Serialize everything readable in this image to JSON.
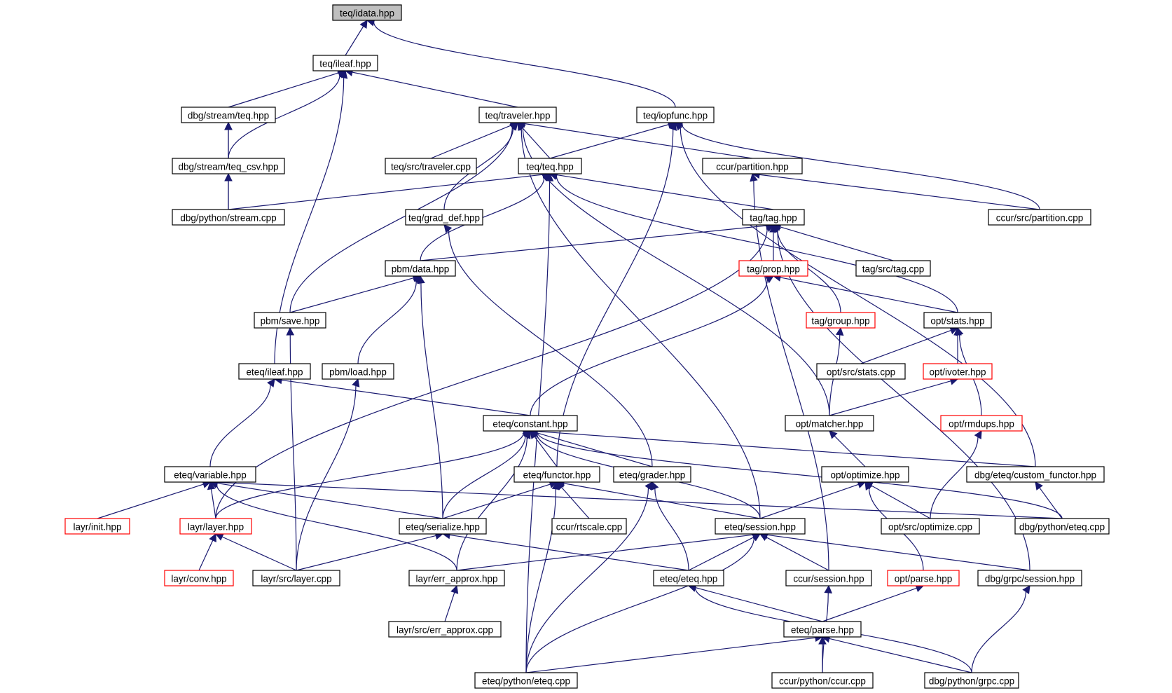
{
  "colors": {
    "edge": "#191970",
    "node_border": "#000000",
    "node_incomplete_border": "#ff0000",
    "node_root_fill": "#bfbfbf",
    "node_fill": "#ffffff"
  },
  "nodes": [
    {
      "id": "idata",
      "label": "teq/idata.hpp",
      "style": "root"
    },
    {
      "id": "ileaf",
      "label": "teq/ileaf.hpp",
      "style": "normal"
    },
    {
      "id": "streamteq",
      "label": "dbg/stream/teq.hpp",
      "style": "normal"
    },
    {
      "id": "traveler",
      "label": "teq/traveler.hpp",
      "style": "normal"
    },
    {
      "id": "iopfunc",
      "label": "teq/iopfunc.hpp",
      "style": "normal"
    },
    {
      "id": "teqcsv",
      "label": "dbg/stream/teq_csv.hpp",
      "style": "normal"
    },
    {
      "id": "travcpp",
      "label": "teq/src/traveler.cpp",
      "style": "normal"
    },
    {
      "id": "teqhpp",
      "label": "teq/teq.hpp",
      "style": "normal"
    },
    {
      "id": "partition",
      "label": "ccur/partition.hpp",
      "style": "normal"
    },
    {
      "id": "pystream",
      "label": "dbg/python/stream.cpp",
      "style": "normal"
    },
    {
      "id": "graddef",
      "label": "teq/grad_def.hpp",
      "style": "normal"
    },
    {
      "id": "tag",
      "label": "tag/tag.hpp",
      "style": "normal"
    },
    {
      "id": "partcpp",
      "label": "ccur/src/partition.cpp",
      "style": "normal"
    },
    {
      "id": "pbmdata",
      "label": "pbm/data.hpp",
      "style": "normal"
    },
    {
      "id": "prop",
      "label": "tag/prop.hpp",
      "style": "incomplete"
    },
    {
      "id": "tagcpp",
      "label": "tag/src/tag.cpp",
      "style": "normal"
    },
    {
      "id": "pbmsave",
      "label": "pbm/save.hpp",
      "style": "normal"
    },
    {
      "id": "group",
      "label": "tag/group.hpp",
      "style": "incomplete"
    },
    {
      "id": "stats",
      "label": "opt/stats.hpp",
      "style": "normal"
    },
    {
      "id": "eteqileaf",
      "label": "eteq/ileaf.hpp",
      "style": "normal"
    },
    {
      "id": "pbmload",
      "label": "pbm/load.hpp",
      "style": "normal"
    },
    {
      "id": "statscpp",
      "label": "opt/src/stats.cpp",
      "style": "normal"
    },
    {
      "id": "ivoter",
      "label": "opt/ivoter.hpp",
      "style": "incomplete"
    },
    {
      "id": "constant",
      "label": "eteq/constant.hpp",
      "style": "normal"
    },
    {
      "id": "matcher",
      "label": "opt/matcher.hpp",
      "style": "normal"
    },
    {
      "id": "rmdups",
      "label": "opt/rmdups.hpp",
      "style": "incomplete"
    },
    {
      "id": "variable",
      "label": "eteq/variable.hpp",
      "style": "normal"
    },
    {
      "id": "functor",
      "label": "eteq/functor.hpp",
      "style": "normal"
    },
    {
      "id": "grader",
      "label": "eteq/grader.hpp",
      "style": "normal"
    },
    {
      "id": "optimize",
      "label": "opt/optimize.hpp",
      "style": "normal"
    },
    {
      "id": "custfunctor",
      "label": "dbg/eteq/custom_functor.hpp",
      "style": "normal"
    },
    {
      "id": "layrinit",
      "label": "layr/init.hpp",
      "style": "incomplete"
    },
    {
      "id": "layer",
      "label": "layr/layer.hpp",
      "style": "incomplete"
    },
    {
      "id": "serialize",
      "label": "eteq/serialize.hpp",
      "style": "normal"
    },
    {
      "id": "rtscale",
      "label": "ccur/rtscale.cpp",
      "style": "normal"
    },
    {
      "id": "session",
      "label": "eteq/session.hpp",
      "style": "normal"
    },
    {
      "id": "optcpp",
      "label": "opt/src/optimize.cpp",
      "style": "normal"
    },
    {
      "id": "pyeteqcpp",
      "label": "dbg/python/eteq.cpp",
      "style": "normal"
    },
    {
      "id": "conv",
      "label": "layr/conv.hpp",
      "style": "incomplete"
    },
    {
      "id": "layercpp",
      "label": "layr/src/layer.cpp",
      "style": "normal"
    },
    {
      "id": "errapprox",
      "label": "layr/err_approx.hpp",
      "style": "normal"
    },
    {
      "id": "eteqhpp",
      "label": "eteq/eteq.hpp",
      "style": "normal"
    },
    {
      "id": "ccursession",
      "label": "ccur/session.hpp",
      "style": "normal"
    },
    {
      "id": "parse",
      "label": "opt/parse.hpp",
      "style": "incomplete"
    },
    {
      "id": "grpcsession",
      "label": "dbg/grpc/session.hpp",
      "style": "normal"
    },
    {
      "id": "errapproxcpp",
      "label": "layr/src/err_approx.cpp",
      "style": "normal"
    },
    {
      "id": "eteqparse",
      "label": "eteq/parse.hpp",
      "style": "normal"
    },
    {
      "id": "eteqpy",
      "label": "eteq/python/eteq.cpp",
      "style": "normal"
    },
    {
      "id": "ccurpy",
      "label": "ccur/python/ccur.cpp",
      "style": "normal"
    },
    {
      "id": "grpccpp",
      "label": "dbg/python/grpc.cpp",
      "style": "normal"
    }
  ],
  "edges": [
    [
      "ileaf",
      "idata"
    ],
    [
      "iopfunc",
      "idata"
    ],
    [
      "streamteq",
      "ileaf"
    ],
    [
      "teqcsv",
      "ileaf"
    ],
    [
      "traveler",
      "ileaf"
    ],
    [
      "eteqileaf",
      "ileaf"
    ],
    [
      "teqcsv",
      "streamteq"
    ],
    [
      "pystream",
      "streamteq"
    ],
    [
      "pystream",
      "teqcsv"
    ],
    [
      "travcpp",
      "traveler"
    ],
    [
      "teqhpp",
      "traveler"
    ],
    [
      "partition",
      "traveler"
    ],
    [
      "graddef",
      "traveler"
    ],
    [
      "pbmsave",
      "traveler"
    ],
    [
      "matcher",
      "traveler"
    ],
    [
      "session",
      "traveler"
    ],
    [
      "teqhpp",
      "iopfunc"
    ],
    [
      "partcpp",
      "iopfunc"
    ],
    [
      "custfunctor",
      "iopfunc"
    ],
    [
      "functor",
      "iopfunc"
    ],
    [
      "pystream",
      "teqhpp"
    ],
    [
      "tag",
      "teqhpp"
    ],
    [
      "pbmdata",
      "teqhpp"
    ],
    [
      "stats",
      "teqhpp"
    ],
    [
      "eteqpy",
      "teqhpp"
    ],
    [
      "partcpp",
      "partition"
    ],
    [
      "ccursession",
      "partition"
    ],
    [
      "grader",
      "graddef"
    ],
    [
      "pbmdata",
      "tag"
    ],
    [
      "prop",
      "tag"
    ],
    [
      "tagcpp",
      "tag"
    ],
    [
      "group",
      "tag"
    ],
    [
      "layer",
      "tag"
    ],
    [
      "grpcsession",
      "tag"
    ],
    [
      "pbmsave",
      "pbmdata"
    ],
    [
      "pbmload",
      "pbmdata"
    ],
    [
      "serialize",
      "pbmdata"
    ],
    [
      "stats",
      "prop"
    ],
    [
      "constant",
      "prop"
    ],
    [
      "layercpp",
      "pbmsave"
    ],
    [
      "matcher",
      "group"
    ],
    [
      "statscpp",
      "stats"
    ],
    [
      "ivoter",
      "stats"
    ],
    [
      "rmdups",
      "stats"
    ],
    [
      "constant",
      "eteqileaf"
    ],
    [
      "variable",
      "eteqileaf"
    ],
    [
      "layercpp",
      "pbmload"
    ],
    [
      "matcher",
      "ivoter"
    ],
    [
      "functor",
      "constant"
    ],
    [
      "grader",
      "constant"
    ],
    [
      "session",
      "constant"
    ],
    [
      "custfunctor",
      "constant"
    ],
    [
      "serialize",
      "constant"
    ],
    [
      "layer",
      "constant"
    ],
    [
      "errapprox",
      "constant"
    ],
    [
      "pyeteqcpp",
      "constant"
    ],
    [
      "optimize",
      "matcher"
    ],
    [
      "optcpp",
      "rmdups"
    ],
    [
      "layrinit",
      "variable"
    ],
    [
      "layer",
      "variable"
    ],
    [
      "serialize",
      "variable"
    ],
    [
      "errapprox",
      "variable"
    ],
    [
      "pyeteqcpp",
      "variable"
    ],
    [
      "serialize",
      "functor"
    ],
    [
      "rtscale",
      "functor"
    ],
    [
      "session",
      "functor"
    ],
    [
      "eteqpy",
      "functor"
    ],
    [
      "eteqhpp",
      "grader"
    ],
    [
      "eteqpy",
      "grader"
    ],
    [
      "session",
      "optimize"
    ],
    [
      "optcpp",
      "optimize"
    ],
    [
      "parse",
      "optimize"
    ],
    [
      "pyeteqcpp",
      "custfunctor"
    ],
    [
      "conv",
      "layer"
    ],
    [
      "layercpp",
      "layer"
    ],
    [
      "layercpp",
      "serialize"
    ],
    [
      "eteqhpp",
      "serialize"
    ],
    [
      "errapprox",
      "session"
    ],
    [
      "eteqhpp",
      "session"
    ],
    [
      "ccursession",
      "session"
    ],
    [
      "grpcsession",
      "session"
    ],
    [
      "eteqpy",
      "session"
    ],
    [
      "errapproxcpp",
      "errapprox"
    ],
    [
      "eteqparse",
      "eteqhpp"
    ],
    [
      "grpccpp",
      "eteqhpp"
    ],
    [
      "ccurpy",
      "ccursession"
    ],
    [
      "eteqparse",
      "parse"
    ],
    [
      "grpccpp",
      "grpcsession"
    ],
    [
      "eteqpy",
      "eteqparse"
    ],
    [
      "ccurpy",
      "eteqparse"
    ],
    [
      "grpccpp",
      "eteqparse"
    ]
  ]
}
